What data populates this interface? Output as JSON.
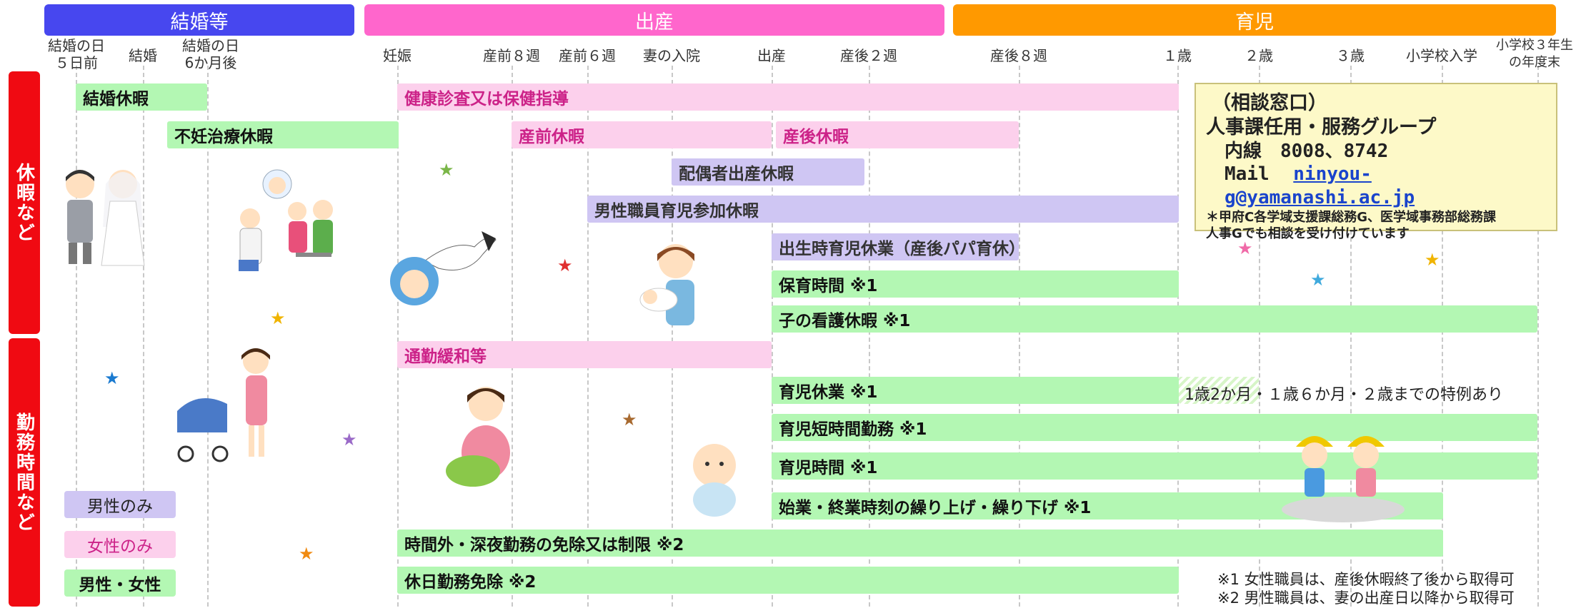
{
  "phases": {
    "marriage": "結婚等",
    "birth": "出産",
    "childcare": "育児"
  },
  "ticks": [
    "結婚の日\n５日前",
    "結婚",
    "結婚の日\n6か月後",
    "妊娠",
    "産前８週",
    "産前６週",
    "妻の入院",
    "出産",
    "産後２週",
    "産後８週",
    "１歳",
    "２歳",
    "３歳",
    "小学校入学",
    "小学校３年生\nの年度末"
  ],
  "side": {
    "leave": "休暇など",
    "work": "勤務時間など"
  },
  "legend": {
    "male": "男性のみ",
    "female": "女性のみ",
    "both": "男性・女性"
  },
  "bars": {
    "marriage_leave": "結婚休暇",
    "fertility_leave": "不妊治療休暇",
    "health_checkup": "健康診査又は保健指導",
    "prenatal_leave": "産前休暇",
    "postnatal_leave": "産後休暇",
    "spouse_birth_leave": "配偶者出産休暇",
    "male_childcare_leave": "男性職員育児参加休暇",
    "papa_leave": "出生時育児休業（産後パパ育休）",
    "nursing_time": "保育時間 ※1",
    "sick_child_leave": "子の看護休暇 ※1",
    "commute_relief": "通勤緩和等",
    "childcare_leave": "育児休業 ※1",
    "childcare_leave_note": "1歳2か月・１歳６か月・２歳までの特例あり",
    "short_hours": "育児短時間勤務 ※1",
    "childcare_time": "育児時間 ※1",
    "shift_hours": "始業・終業時刻の繰り上げ・繰り下げ ※1",
    "overtime_exempt": "時間外・深夜勤務の免除又は制限 ※2",
    "holiday_exempt": "休日勤務免除 ※2"
  },
  "contact": {
    "title": "（相談窓口）",
    "dept": "人事課任用・服務グループ",
    "ext": "内線　8008、8742",
    "mail_label": "Mail",
    "mail": "ninyou-g@yamanashi.ac.jp",
    "note1": "＊甲府C各学域支援課総務G、医学域事務部総務課",
    "note2": "人事Gでも相談を受け付けています"
  },
  "footnotes": {
    "n1": "※1 女性職員は、産後休暇終了後から取得可",
    "n2": "※2 男性職員は、妻の出産日以降から取得可"
  },
  "colors": {
    "marriage": "#4747ef",
    "birth": "#ff66cc",
    "childcare": "#ff9900",
    "side": "#f00a12",
    "green": "#b3f7b3",
    "pink": "#fcd0ec",
    "purple": "#cfc6f3"
  }
}
